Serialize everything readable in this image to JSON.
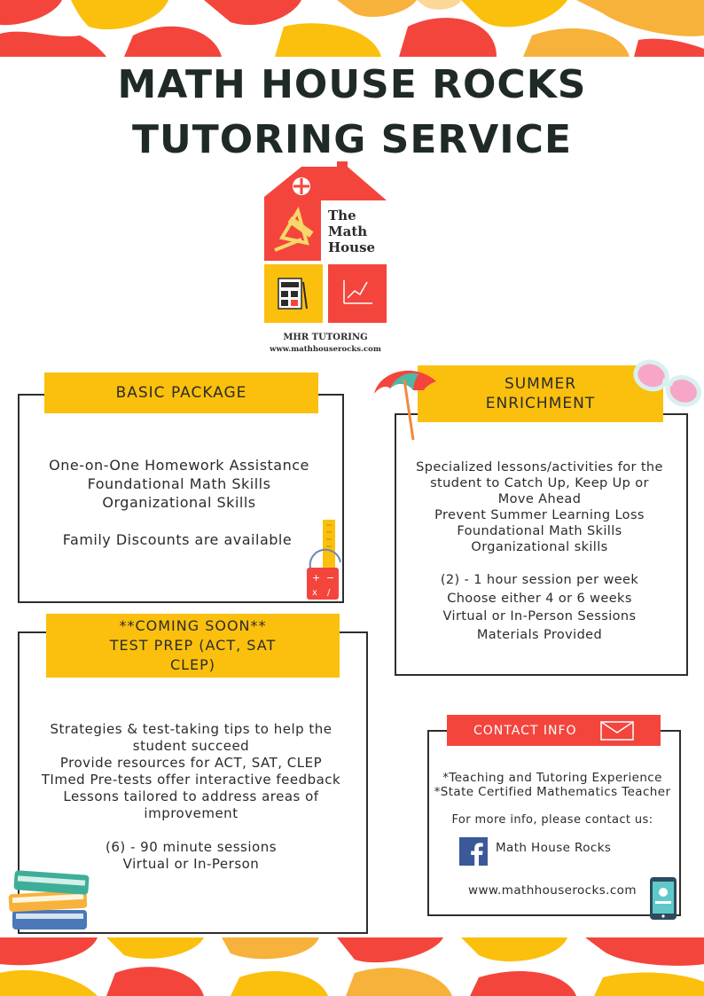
{
  "header": {
    "title_line1": "MATH HOUSE ROCKS",
    "title_line2": "TUTORING SERVICE"
  },
  "logo": {
    "line1": "The",
    "line2": "Math",
    "line3": "House",
    "caption": "MHR TUTORING",
    "url": "www.mathhouserocks.com"
  },
  "basic": {
    "label": "BASIC PACKAGE",
    "items": [
      "One-on-One Homework Assistance",
      "Foundational Math Skills",
      "Organizational Skills"
    ],
    "discount": "Family Discounts are available"
  },
  "summer": {
    "label_line1": "SUMMER",
    "label_line2": "ENRICHMENT",
    "items": [
      "Specialized lessons/activities for the",
      "student to Catch Up, Keep Up or",
      "Move Ahead",
      "Prevent Summer Learning Loss",
      "Foundational Math Skills",
      "Organizational skills"
    ],
    "sessions": [
      "(2) - 1 hour session per week",
      "Choose either 4 or 6 weeks",
      "Virtual or In-Person Sessions",
      "Materials Provided"
    ]
  },
  "testprep": {
    "label_line1": "**COMING SOON**",
    "label_line2": "TEST PREP (ACT, SAT",
    "label_line3": "CLEP)",
    "items": [
      "Strategies & test-taking tips to help the",
      "student succeed",
      "Provide resources for ACT, SAT, CLEP",
      "TImed Pre-tests offer interactive feedback",
      "Lessons tailored to address areas of",
      "improvement"
    ],
    "sessions": [
      "(6) - 90 minute sessions",
      "Virtual or In-Person"
    ]
  },
  "contact": {
    "label": "CONTACT INFO",
    "credentials": [
      "*Teaching and Tutoring Experience",
      "*State Certified Mathematics Teacher"
    ],
    "prompt": "For more info, please contact us:",
    "facebook": "Math House Rocks",
    "website": "www.mathhouserocks.com"
  },
  "colors": {
    "accent_yellow": "#fbc00d",
    "accent_red": "#f4453d",
    "blob_orange": "#f7b23b",
    "blob_light": "#fbd79a"
  }
}
